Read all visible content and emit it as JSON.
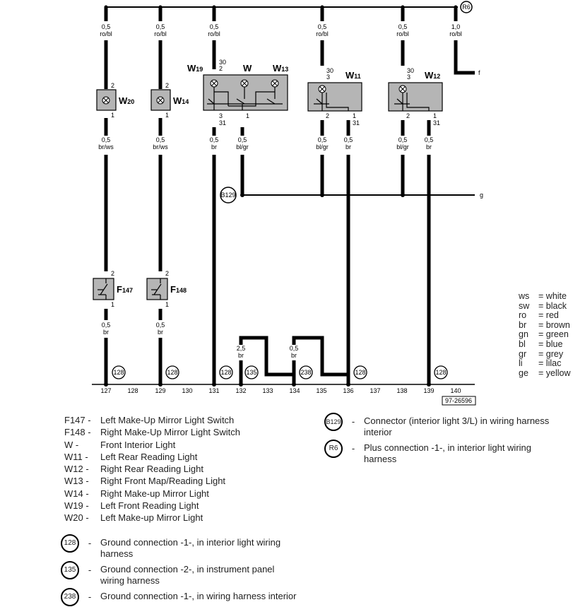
{
  "diagram": {
    "top_connector": "R6",
    "mid_connector": "B129",
    "rail_numbers": [
      "127",
      "128",
      "129",
      "130",
      "131",
      "132",
      "133",
      "134",
      "135",
      "136",
      "137",
      "138",
      "139",
      "140"
    ],
    "ground_numbers": [
      "128",
      "128",
      "128",
      "135",
      "238",
      "128",
      "128"
    ],
    "doc_id": "97-26596",
    "terminal_f": "f",
    "terminal_g": "g",
    "wires_top": [
      {
        "size": "0,5",
        "color": "ro/bl"
      },
      {
        "size": "0,5",
        "color": "ro/bl"
      },
      {
        "size": "0,5",
        "color": "ro/bl"
      },
      {
        "size": "0,5",
        "color": "ro/bl"
      },
      {
        "size": "0,5",
        "color": "ro/bl"
      },
      {
        "size": "1,0",
        "color": "ro/bl"
      }
    ],
    "wires_mid": [
      {
        "size": "0,5",
        "color": "br/ws"
      },
      {
        "size": "0,5",
        "color": "br/ws"
      },
      {
        "size": "0,5",
        "color": "br"
      },
      {
        "size": "0,5",
        "color": "bl/gr"
      },
      {
        "size": "0,5",
        "color": "bl/gr"
      },
      {
        "size": "0,5",
        "color": "br"
      },
      {
        "size": "0,5",
        "color": "bl/gr"
      },
      {
        "size": "0,5",
        "color": "br"
      }
    ],
    "wires_low": [
      {
        "size": "0,5",
        "color": "br"
      },
      {
        "size": "0,5",
        "color": "br"
      },
      {
        "size": "2,5",
        "color": "br"
      },
      {
        "size": "0,5",
        "color": "br"
      }
    ],
    "components": {
      "w20": {
        "letter": "W",
        "sub": "20"
      },
      "w14": {
        "letter": "W",
        "sub": "14"
      },
      "w19": {
        "letter": "W",
        "sub": "19"
      },
      "w": {
        "letter": "W"
      },
      "w13": {
        "letter": "W",
        "sub": "13"
      },
      "w11": {
        "letter": "W",
        "sub": "11"
      },
      "w12": {
        "letter": "W",
        "sub": "12"
      },
      "f147": {
        "letter": "F",
        "sub": "147"
      },
      "f148": {
        "letter": "F",
        "sub": "148"
      }
    },
    "pins": {
      "p1": "1",
      "p2": "2",
      "p3": "3",
      "p30": "30",
      "p31": "31"
    }
  },
  "legend": [
    {
      "code": "F147 -",
      "text": "Left Make-Up Mirror Light Switch"
    },
    {
      "code": "F148 -",
      "text": "Right Make-Up Mirror Light Switch"
    },
    {
      "code": "W -",
      "text": "Front Interior Light"
    },
    {
      "code": "W11 -",
      "text": "Left Rear Reading Light"
    },
    {
      "code": "W12 -",
      "text": "Right Rear Reading Light"
    },
    {
      "code": "W13 -",
      "text": "Right Front Map/Reading Light"
    },
    {
      "code": "W14 -",
      "text": "Right Make-up Mirror Light"
    },
    {
      "code": "W19 -",
      "text": "Left Front Reading Light"
    },
    {
      "code": "W20 -",
      "text": "Left Make-up Mirror Light"
    }
  ],
  "grounds": [
    {
      "id": "128",
      "text": "Ground connection -1-, in interior light wiring harness"
    },
    {
      "id": "135",
      "text": "Ground connection -2-, in instrument panel wiring harness"
    },
    {
      "id": "238",
      "text": "Ground connection -1-, in wiring harness interior"
    }
  ],
  "connectors": [
    {
      "id": "B129",
      "text": "Connector (interior light 3/L) in wiring harness interior"
    },
    {
      "id": "R6",
      "text": "Plus connection -1-, in interior light wiring harness"
    }
  ],
  "colors": [
    {
      "abbr": "ws",
      "eq": "=",
      "name": "white"
    },
    {
      "abbr": "sw",
      "eq": "=",
      "name": "black"
    },
    {
      "abbr": "ro",
      "eq": "=",
      "name": "red"
    },
    {
      "abbr": "br",
      "eq": "=",
      "name": "brown"
    },
    {
      "abbr": "gn",
      "eq": "=",
      "name": "green"
    },
    {
      "abbr": "bl",
      "eq": "=",
      "name": "blue"
    },
    {
      "abbr": "gr",
      "eq": "=",
      "name": "grey"
    },
    {
      "abbr": "li",
      "eq": "=",
      "name": "lilac"
    },
    {
      "abbr": "ge",
      "eq": "=",
      "name": "yellow"
    }
  ]
}
